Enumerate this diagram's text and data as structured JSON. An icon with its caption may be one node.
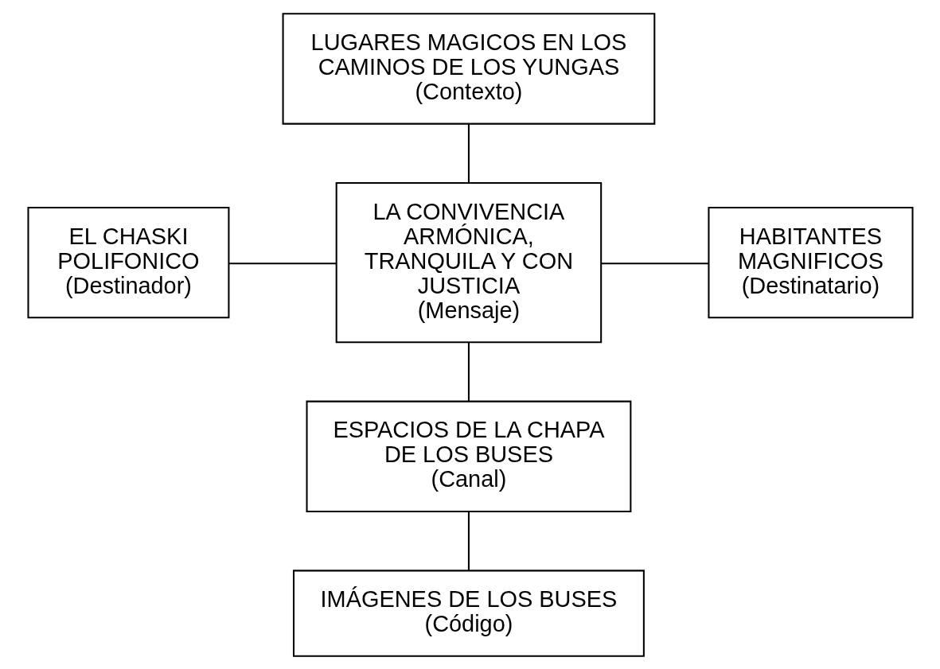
{
  "diagram": {
    "nodes": [
      {
        "text": [
          "LUGARES MAGICOS EN LOS CAMINOS DE LOS YUNGAS",
          "(Contexto)"
        ]
      },
      {
        "text": [
          "EL CHASKI POLIFONICO",
          "(Destinador)"
        ]
      },
      {
        "text": [
          "LA CONVIVENCIA ARMÓNICA, TRANQUILA Y CON JUSTICIA",
          "(Mensaje)"
        ]
      },
      {
        "text": [
          "HABITANTES MAGNIFICOS",
          "(Destinatario)"
        ]
      },
      {
        "text": [
          "ESPACIOS DE LA CHAPA DE LOS BUSES",
          "(Canal)"
        ]
      },
      {
        "text": [
          "IMÁGENES DE LOS BUSES",
          "(Código)"
        ]
      }
    ],
    "edges": [
      {
        "from": 0,
        "to": 2,
        "arrow": "none"
      },
      {
        "from": 1,
        "to": 2,
        "arrow": "none"
      },
      {
        "from": 2,
        "to": 3,
        "arrow": "none"
      },
      {
        "from": 2,
        "to": 4,
        "arrow": "none"
      },
      {
        "from": 4,
        "to": 5,
        "arrow": "none"
      }
    ]
  }
}
